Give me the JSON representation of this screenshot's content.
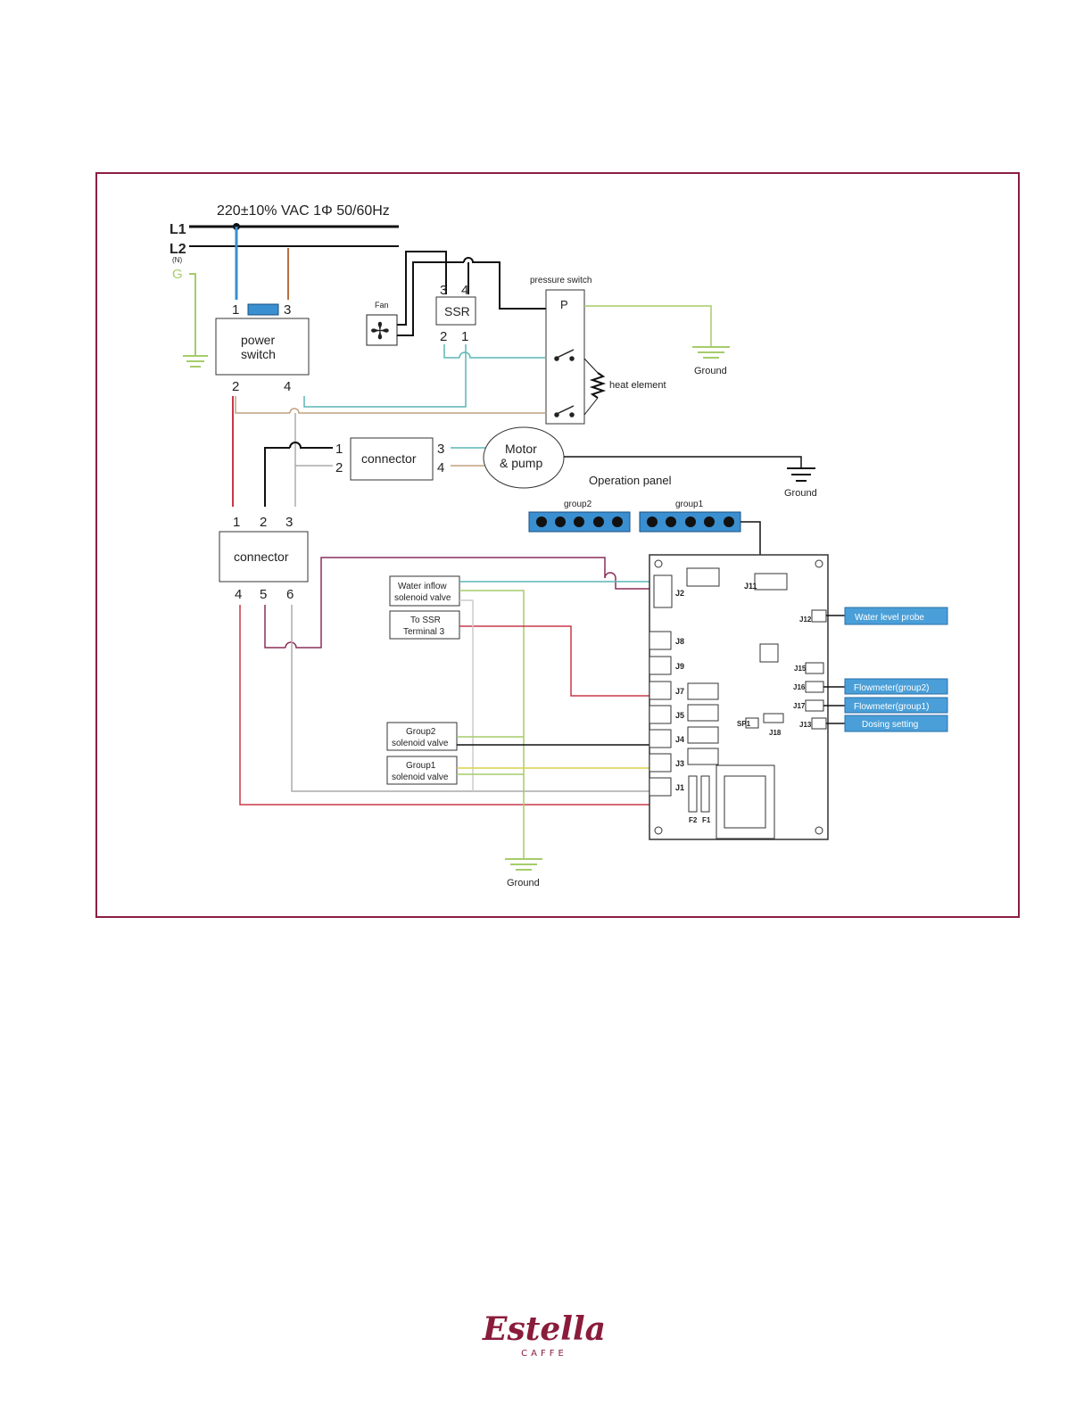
{
  "header": {
    "supply": "220±10% VAC   1Φ  50/60Hz"
  },
  "lines": {
    "l1": "L1",
    "l2": "L2",
    "n": "(N)",
    "g": "G"
  },
  "power_switch": {
    "label1": "power",
    "label2": "switch",
    "t1": "1",
    "t2": "2",
    "t3": "3",
    "t4": "4"
  },
  "fan": {
    "label": "Fan"
  },
  "ssr": {
    "label": "SSR",
    "t1": "1",
    "t2": "2",
    "t3": "3",
    "t4": "4"
  },
  "pressure_switch": {
    "label": "pressure switch",
    "p": "P"
  },
  "heat_element": {
    "label": "heat element"
  },
  "ground": {
    "label": "Ground"
  },
  "connector_top": {
    "label": "connector",
    "t1": "1",
    "t2": "2",
    "t3": "3",
    "t4": "4"
  },
  "motor": {
    "label1": "Motor",
    "label2": "& pump"
  },
  "operation_panel": {
    "label": "Operation panel",
    "group2": "group2",
    "group1": "group1"
  },
  "connector_bottom": {
    "label": "connector",
    "t1": "1",
    "t2": "2",
    "t3": "3",
    "t4": "4",
    "t5": "5",
    "t6": "6"
  },
  "valves": {
    "water_inflow_1": "Water inflow",
    "water_inflow_2": "solenoid valve",
    "to_ssr_1": "To SSR",
    "to_ssr_2": "Terminal 3",
    "group2_1": "Group2",
    "group2_2": "solenoid valve",
    "group1_1": "Group1",
    "group1_2": "solenoid valve"
  },
  "board": {
    "j11": "J11",
    "j12": "J12",
    "j2": "J2",
    "j8": "J8",
    "j9": "J9",
    "j7": "J7",
    "j5": "J5",
    "j4": "J4",
    "j3": "J3",
    "j1": "J1",
    "j15": "J15",
    "j16": "J16",
    "j17": "J17",
    "j13": "J13",
    "j18": "J18",
    "sp1": "SP1",
    "f1": "F1",
    "f2": "F2"
  },
  "tags": {
    "water_level": "Water  level  probe",
    "flow2": "Flowmeter(group2)",
    "flow1": "Flowmeter(group1)",
    "dosing": "Dosing  setting"
  },
  "footer": {
    "brand": "Estella",
    "sub": "CAFFE"
  },
  "colors": {
    "frame": "#8b1e42",
    "blue": "#3a8fd0",
    "teal": "#5bb6b6",
    "red": "#c8384a",
    "green": "#a6cc6a",
    "yellow": "#d8d24a",
    "brown": "#b87040",
    "tag": "#4a9fd8"
  }
}
